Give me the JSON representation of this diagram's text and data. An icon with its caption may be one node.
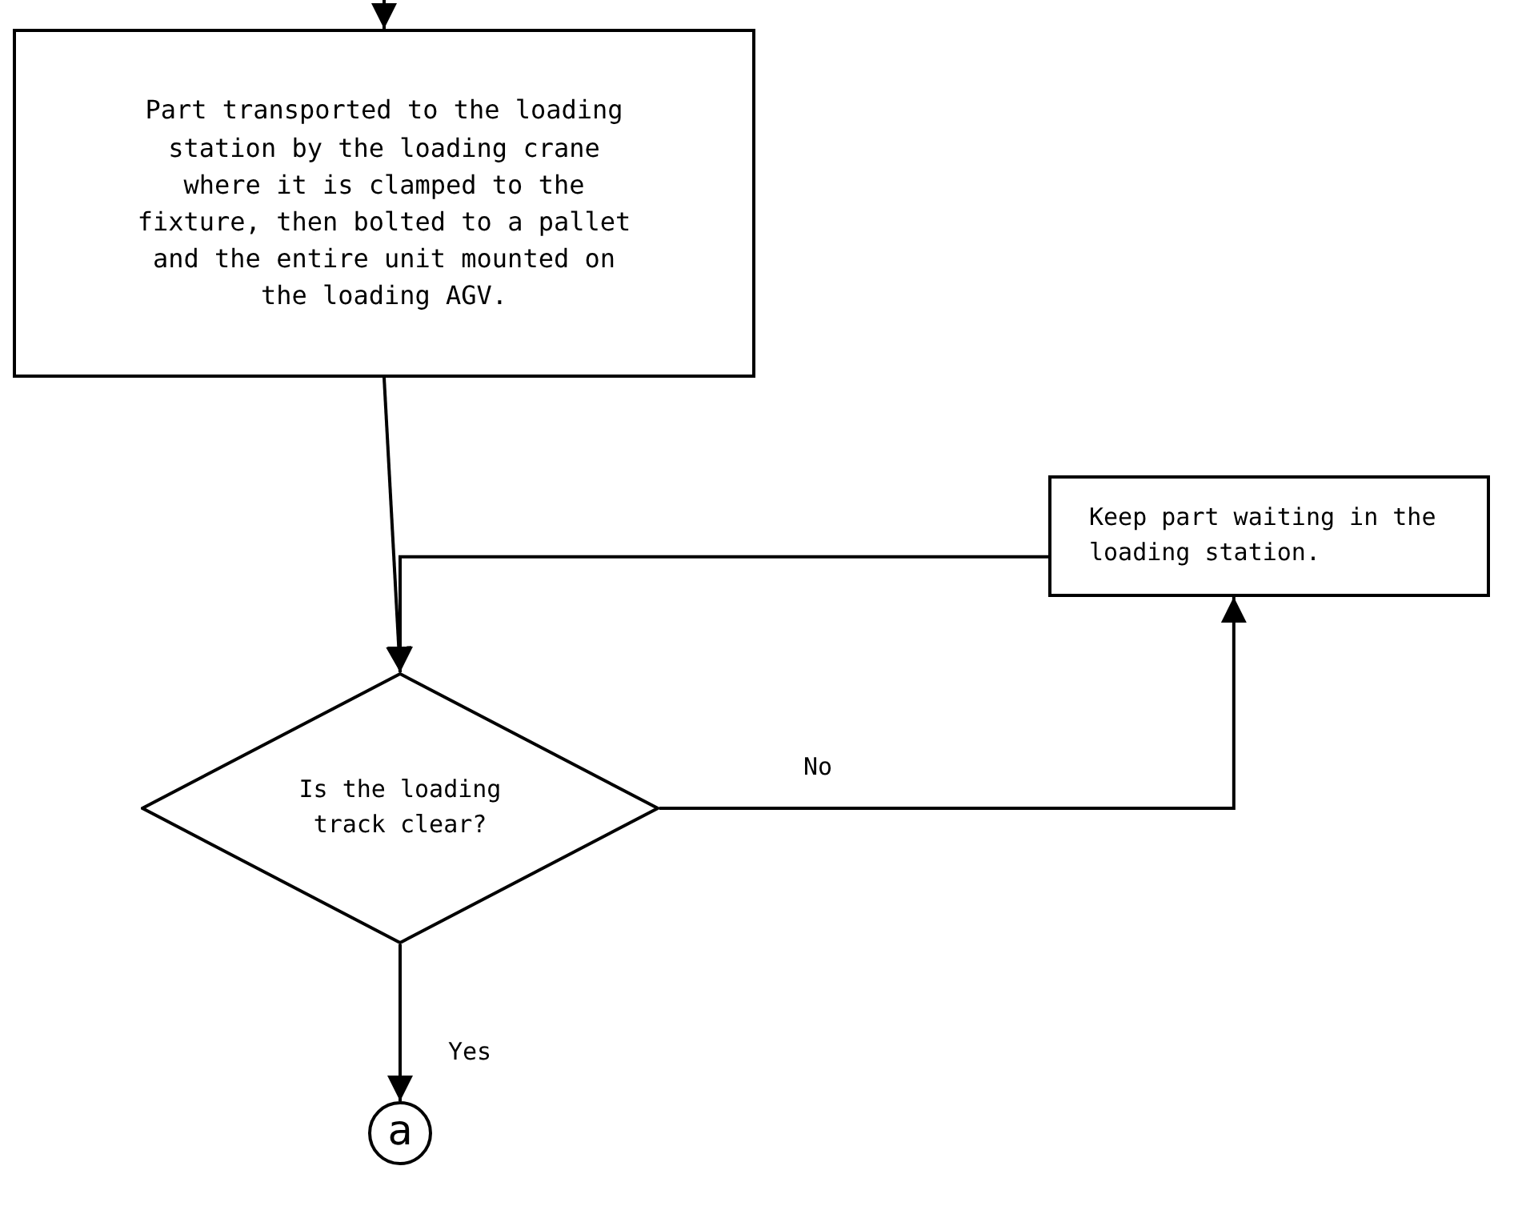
{
  "diagram": {
    "nodes": [
      {
        "text": [
          "Part transported to the loading station by the loading crane where it is clamped to the fixture, then bolted to a pallet and the entire unit mounted on the loading AGV."
        ]
      },
      {
        "text": [
          "Keep part waiting in the loading station."
        ]
      },
      {
        "text": [
          "Is the loading track clear?"
        ]
      },
      {
        "text": [
          "a"
        ]
      }
    ],
    "edges": [
      {
        "from": null,
        "to": 0,
        "arrow": "to"
      },
      {
        "from": 0,
        "to": 2,
        "arrow": "to"
      },
      {
        "from": 1,
        "to": 2,
        "arrow": "to"
      },
      {
        "from": 2,
        "to": 1,
        "arrow": "to",
        "label": "No"
      },
      {
        "from": 2,
        "to": 3,
        "arrow": "to",
        "label": "Yes"
      }
    ]
  }
}
